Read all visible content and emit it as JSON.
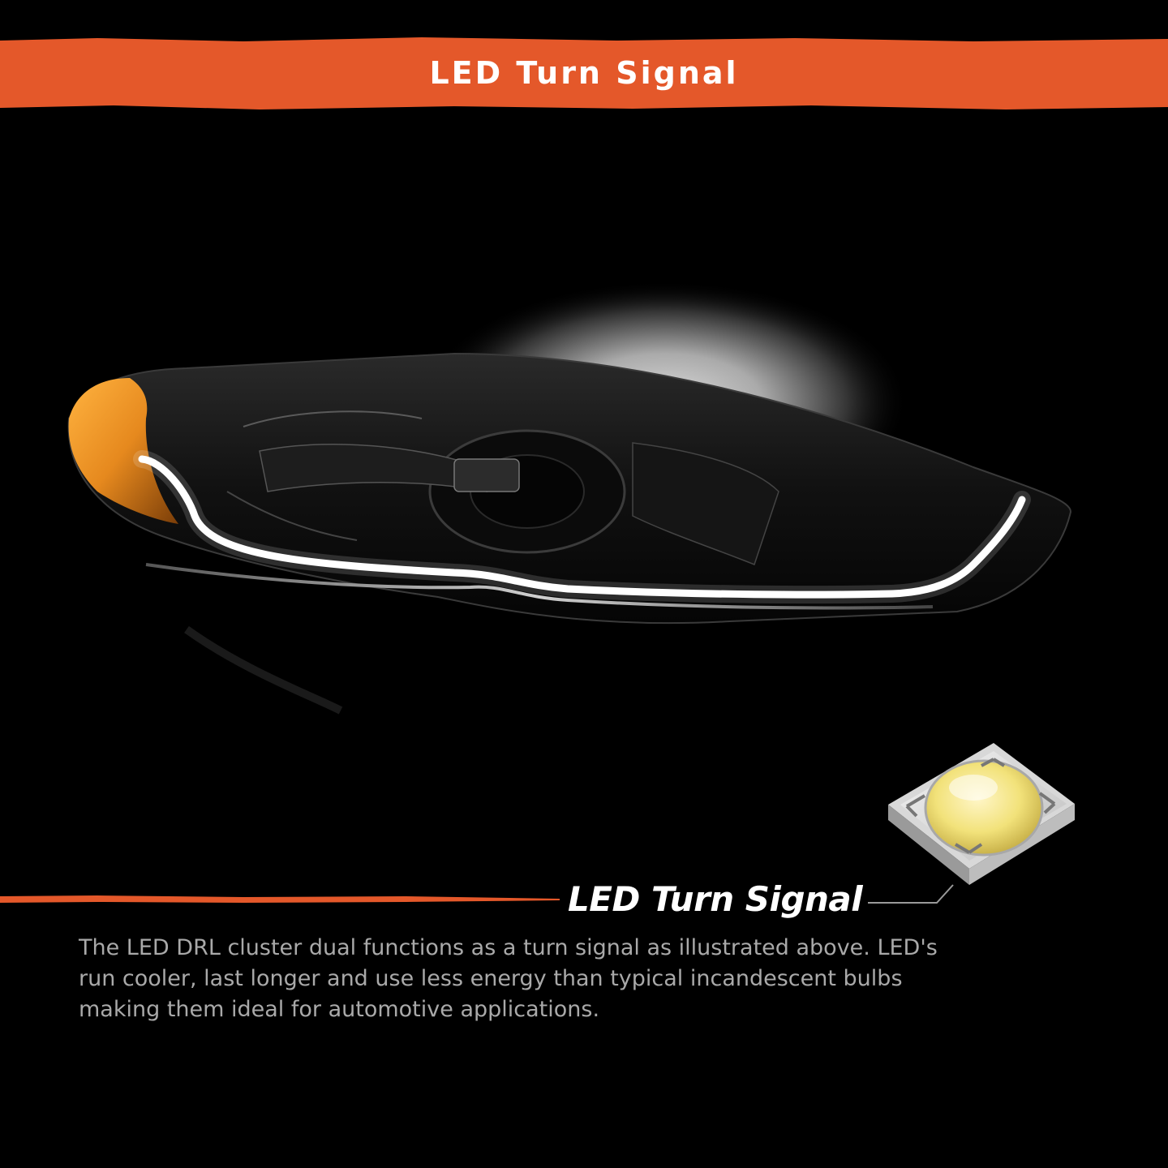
{
  "header": {
    "title": "LED Turn Signal",
    "band_color": "#e4582a"
  },
  "feature": {
    "title": "LED Turn Signal",
    "description": "The LED DRL cluster dual functions as a turn signal as illustrated above. LED's run cooler, last longer and use less energy than typical incandescent bulbs making them ideal for automotive applications."
  },
  "colors": {
    "accent": "#e4582a",
    "background": "#000000",
    "body_text": "#a9a9a9",
    "amber_lens": "#e6891e",
    "drl_white": "#ffffff",
    "led_yellow": "#f2e27a"
  },
  "icons": {
    "headlight": "headlight-image",
    "led_chip": "led-chip-icon"
  }
}
